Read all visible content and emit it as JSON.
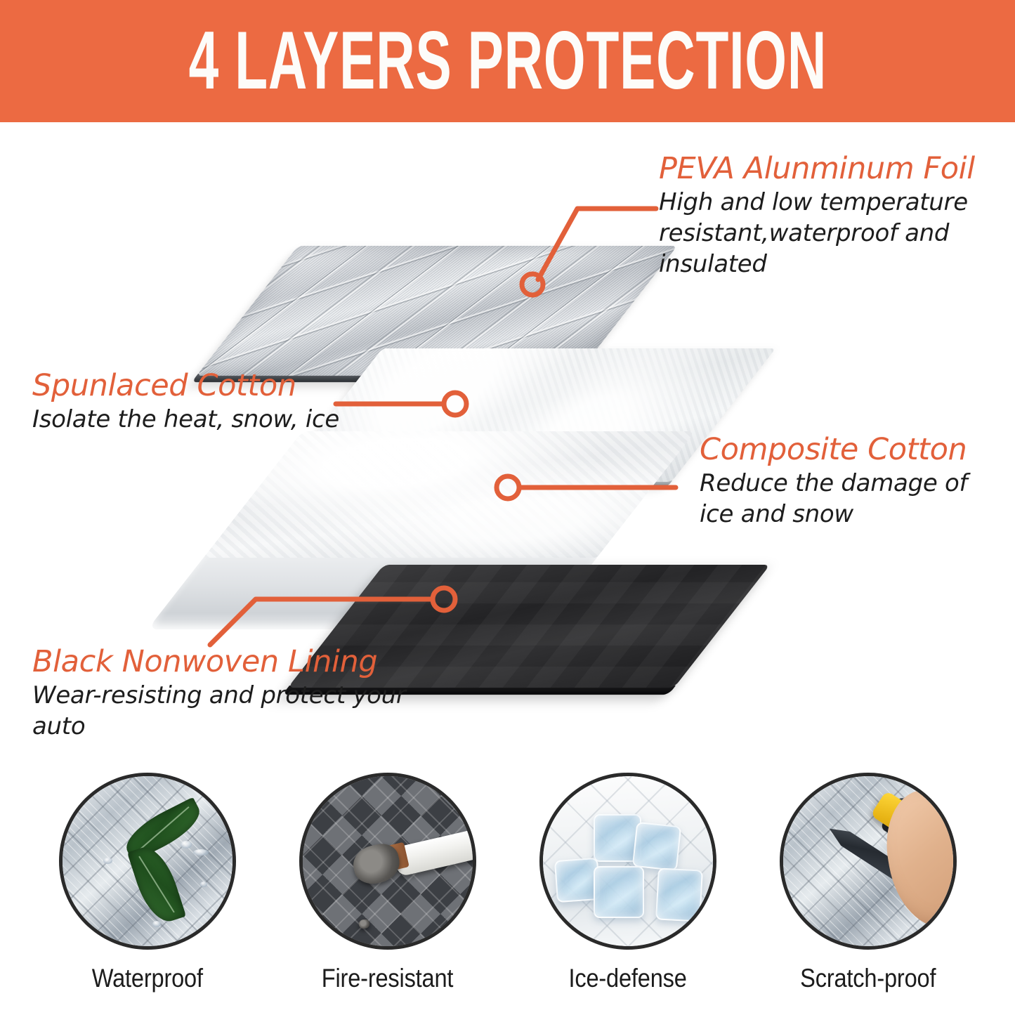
{
  "header": {
    "title": "4 LAYERS PROTECTION",
    "background_color": "#ec6a42",
    "text_color": "#fdfcf9"
  },
  "accent_color": "#e2603a",
  "diagram": {
    "layers": [
      {
        "id": "peva-foil",
        "material": "silver-quilted-foil",
        "title": "PEVA Alunminum Foil",
        "description": "High and low temperature resistant,waterproof and insulated",
        "callout_side": "right"
      },
      {
        "id": "spunlaced-cotton",
        "material": "thin-white-sheet",
        "title": "Spunlaced Cotton",
        "description": "Isolate the heat, snow, ice",
        "callout_side": "left"
      },
      {
        "id": "composite-cotton",
        "material": "thick-white-foam",
        "title": "Composite Cotton",
        "description": "Reduce the damage of ice and snow",
        "callout_side": "right"
      },
      {
        "id": "black-nonwoven-lining",
        "material": "black-nonwoven-sheet",
        "title": "Black Nonwoven Lining",
        "description": "Wear-resisting and protect your auto",
        "callout_side": "left"
      }
    ]
  },
  "features": [
    {
      "id": "waterproof",
      "caption": "Waterproof",
      "photo": "leaves-water-on-foil"
    },
    {
      "id": "fire-resistant",
      "caption": "Fire-resistant",
      "photo": "lit-cigarette-on-quilted-fabric"
    },
    {
      "id": "ice-defense",
      "caption": "Ice-defense",
      "photo": "ice-cubes-on-white-quilt"
    },
    {
      "id": "scratch-proof",
      "caption": "Scratch-proof",
      "photo": "hand-with-utility-knife-on-foil"
    }
  ]
}
